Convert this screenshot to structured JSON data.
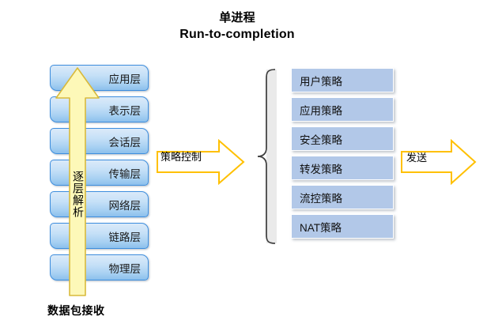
{
  "title": {
    "line1": "单进程",
    "line2": "Run-to-completion"
  },
  "osi_stack": {
    "layers": [
      {
        "label": "应用层"
      },
      {
        "label": "表示层"
      },
      {
        "label": "会话层"
      },
      {
        "label": "传输层"
      },
      {
        "label": "网络层"
      },
      {
        "label": "链路层"
      },
      {
        "label": "物理层"
      }
    ]
  },
  "up_arrow": {
    "label": "逐层解析",
    "fill": "#fdf8b8",
    "stroke": "#d9ba3c"
  },
  "bottom_caption": {
    "label": "数据包接收"
  },
  "policy_control_arrow": {
    "label": "策略控制",
    "fill": "#ffffff",
    "stroke": "#ffc000"
  },
  "brace": {
    "stroke": "#3f3f3f",
    "fill": "#e6e6e6"
  },
  "policy_stack": {
    "items": [
      {
        "label": "用户策略"
      },
      {
        "label": "应用策略"
      },
      {
        "label": "安全策略"
      },
      {
        "label": "转发策略"
      },
      {
        "label": "流控策略"
      },
      {
        "label": "NAT策略"
      }
    ],
    "fill": "#b2c8e8"
  },
  "send_arrow": {
    "label": "发送",
    "fill": "#ffffff",
    "stroke": "#ffc000"
  }
}
